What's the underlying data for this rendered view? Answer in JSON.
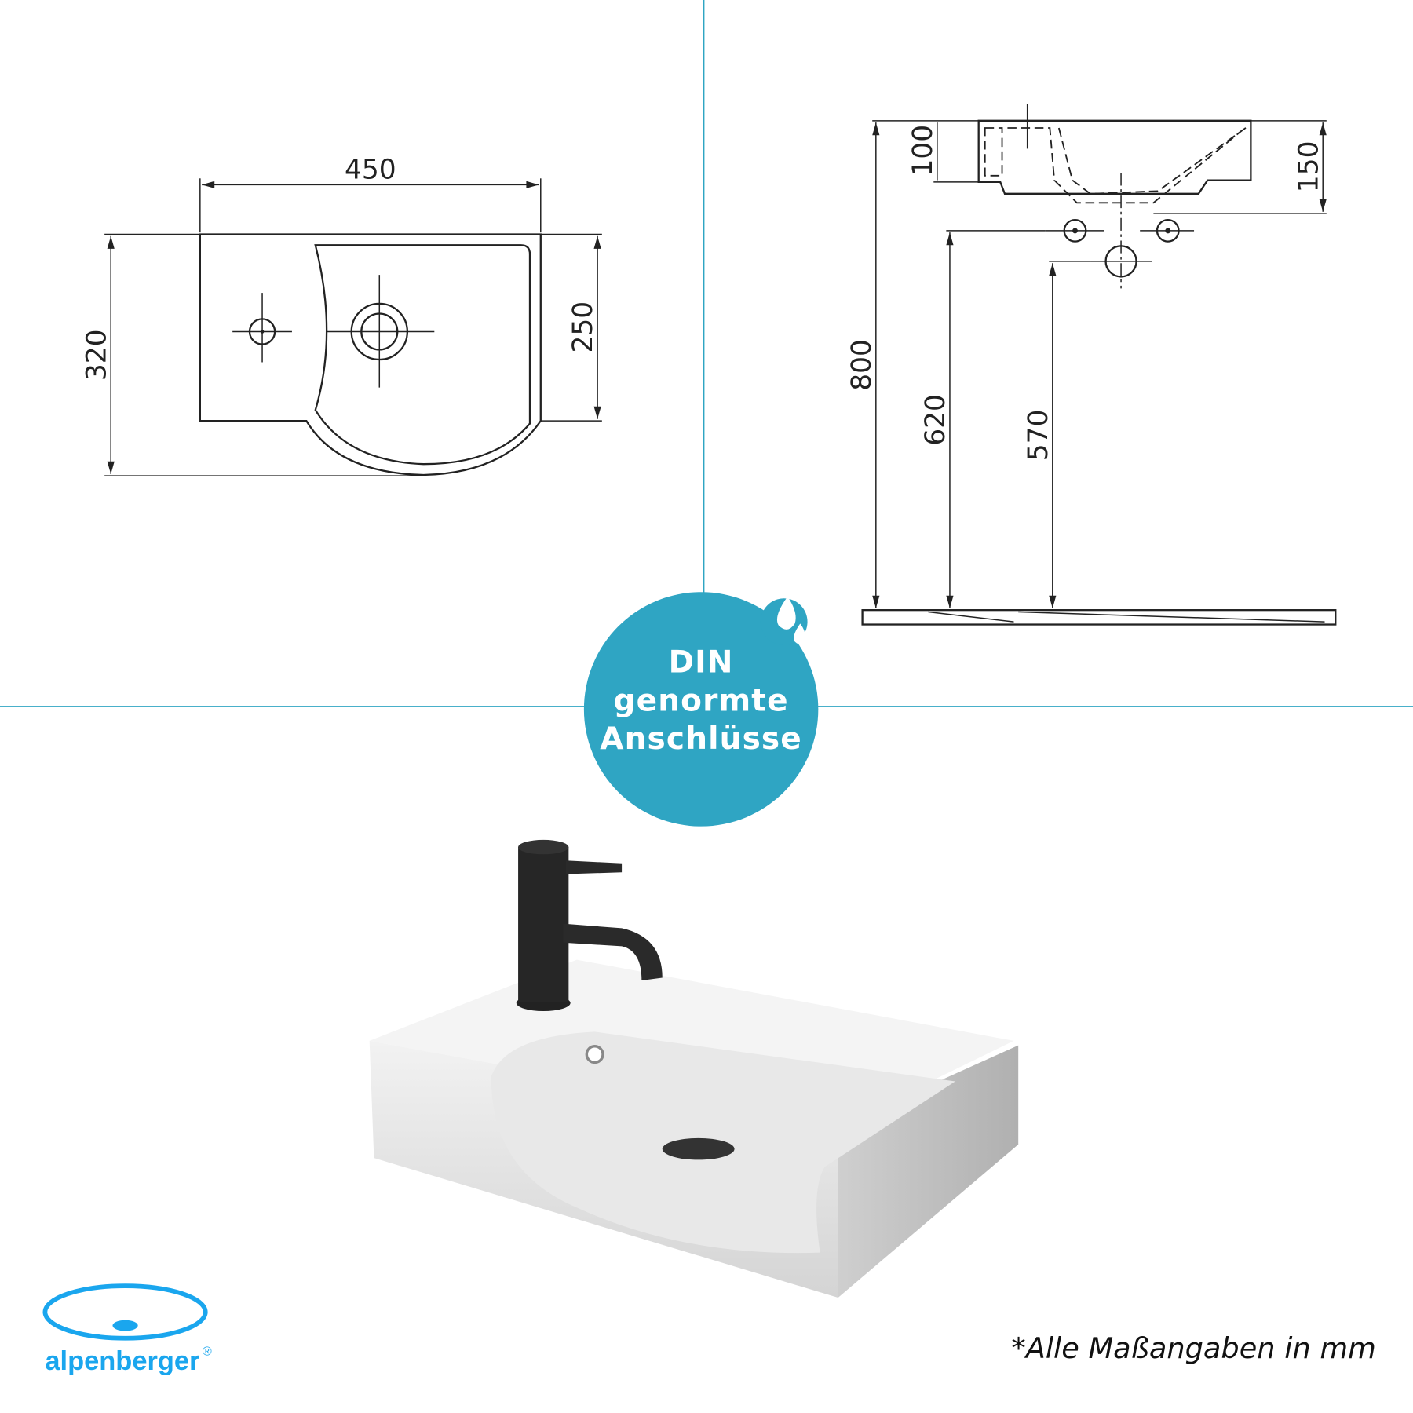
{
  "top_view": {
    "width": "450",
    "depth": "320",
    "basin_depth": "250"
  },
  "side_view": {
    "rim_height": "100",
    "total_height": "150",
    "mount_height": "800",
    "supply_height": "620",
    "drain_height": "570"
  },
  "badge": {
    "line1": "DIN",
    "line2": "genormte",
    "line3": "Anschlüsse",
    "color": "#2fa5c3"
  },
  "brand": {
    "name": "alpenberger",
    "registered": "®",
    "color": "#1aa6ee"
  },
  "note": "*Alle Maßangaben in mm"
}
